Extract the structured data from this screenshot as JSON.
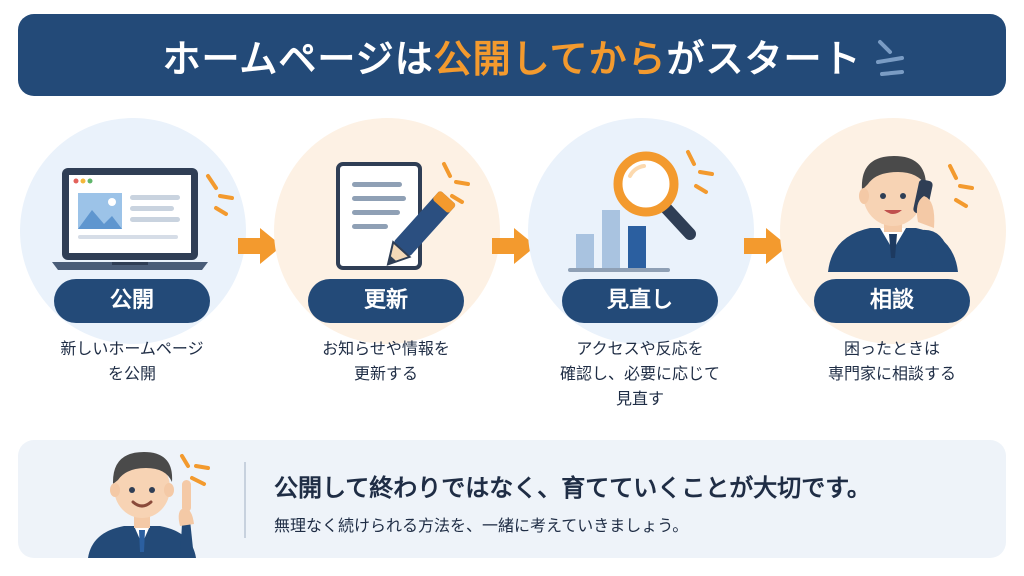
{
  "header": {
    "title_pre": "ホームページは",
    "title_highlight": "公開してから",
    "title_post": "がスタート"
  },
  "steps": [
    {
      "label": "公開",
      "desc": [
        "新しいホームページ",
        "を公開"
      ]
    },
    {
      "label": "更新",
      "desc": [
        "お知らせや情報を",
        "更新する"
      ]
    },
    {
      "label": "見直し",
      "desc": [
        "アクセスや反応を",
        "確認し、必要に応じて",
        "見直す"
      ]
    },
    {
      "label": "相談",
      "desc": [
        "困ったときは",
        "専門家に相談する"
      ]
    }
  ],
  "message": {
    "main": "公開して終わりではなく、育てていくことが大切です。",
    "sub": "無理なく続けられる方法を、一緒に考えていきましょう。"
  },
  "colors": {
    "navy": "#234a78",
    "orange": "#f39a2e",
    "circle_blue": "#eaf2fb",
    "circle_peach": "#fdf1e4"
  }
}
